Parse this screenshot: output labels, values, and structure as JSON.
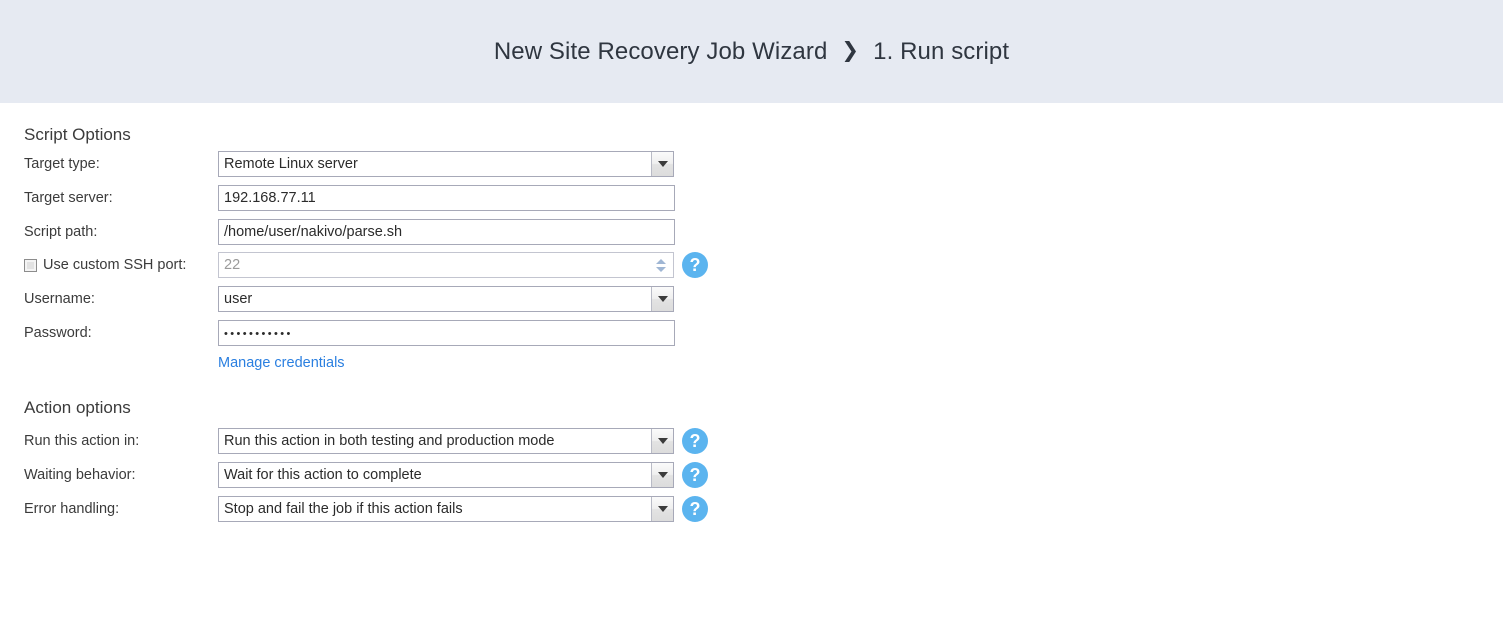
{
  "header": {
    "wizard_title": "New Site Recovery Job Wizard",
    "separator": "❯",
    "step": "1. Run script",
    "background_color": "#e6eaf2"
  },
  "script_options": {
    "section_title": "Script Options",
    "target_type": {
      "label": "Target type:",
      "value": "Remote Linux server"
    },
    "target_server": {
      "label": "Target server:",
      "value": "192.168.77.11",
      "placeholder": ""
    },
    "script_path": {
      "label": "Script path:",
      "value": "/home/user/nakivo/parse.sh",
      "placeholder": ""
    },
    "ssh_port": {
      "label": "Use custom SSH port:",
      "checked": false,
      "value": "",
      "placeholder": "22",
      "help": "?"
    },
    "username": {
      "label": "Username:",
      "value": "user"
    },
    "password": {
      "label": "Password:",
      "value": "•••••••••••"
    },
    "manage_credentials_link": "Manage credentials"
  },
  "action_options": {
    "section_title": "Action options",
    "run_this_action_in": {
      "label": "Run this action in:",
      "value": "Run this action in both testing and production mode",
      "help": "?"
    },
    "waiting_behavior": {
      "label": "Waiting behavior:",
      "value": "Wait for this action to complete",
      "help": "?"
    },
    "error_handling": {
      "label": "Error handling:",
      "value": "Stop and fail the job if this action fails",
      "help": "?"
    }
  },
  "colors": {
    "header_bg": "#e6eaf2",
    "link_blue": "#2a7fe0",
    "help_blue": "#5bb4ef",
    "text": "#3b3b3b",
    "field_border": "#a7a9b8"
  }
}
